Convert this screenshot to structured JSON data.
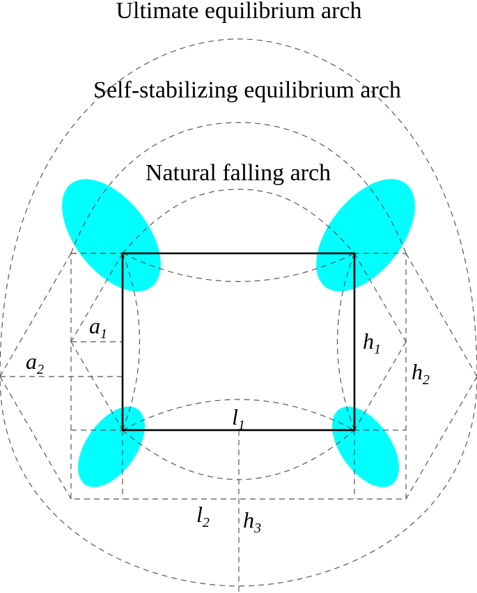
{
  "labels": {
    "ultimate": "Ultimate equilibrium arch",
    "self_stabilizing": "Self-stabilizing equilibrium arch",
    "natural": "Natural falling arch"
  },
  "variables": {
    "a1": {
      "base": "a",
      "sub": "1"
    },
    "a2": {
      "base": "a",
      "sub": "2"
    },
    "h1": {
      "base": "h",
      "sub": "1"
    },
    "h2": {
      "base": "h",
      "sub": "2"
    },
    "h3": {
      "base": "h",
      "sub": "3"
    },
    "l1": {
      "base": "l",
      "sub": "1"
    },
    "l2": {
      "base": "l",
      "sub": "2"
    }
  },
  "colors": {
    "stress_zone": "#00ffff",
    "outline": "#000000",
    "dashed": "#555555"
  }
}
